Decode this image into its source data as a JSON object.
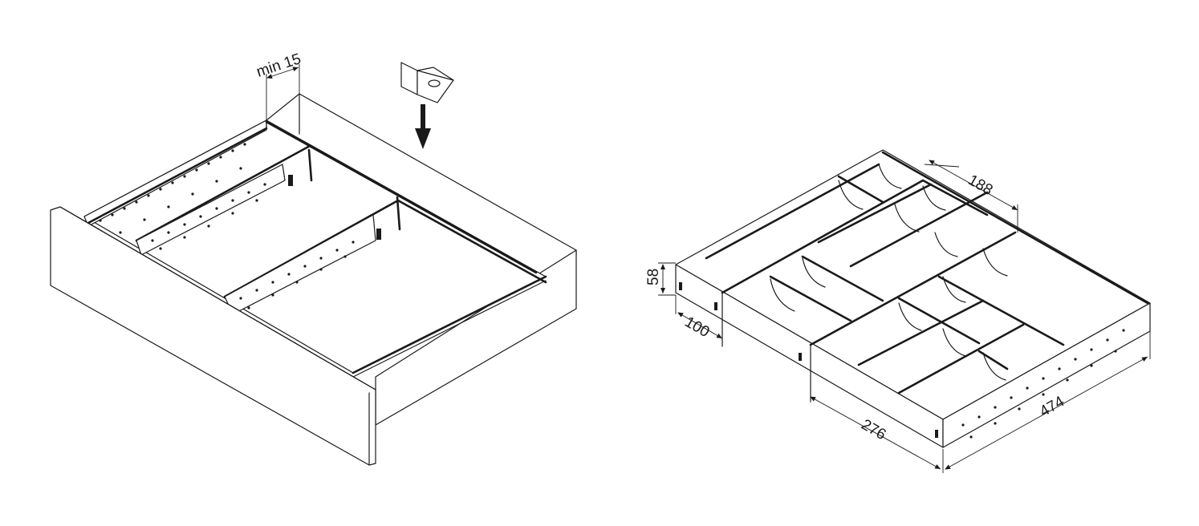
{
  "left_figure": {
    "dimension_min": "min 15"
  },
  "right_figure": {
    "dimension_width_top": "188",
    "dimension_height": "58",
    "dimension_small_depth": "100",
    "dimension_depth": "276",
    "dimension_width": "474"
  },
  "colors": {
    "line": "#1a1a1a",
    "background": "#ffffff"
  }
}
